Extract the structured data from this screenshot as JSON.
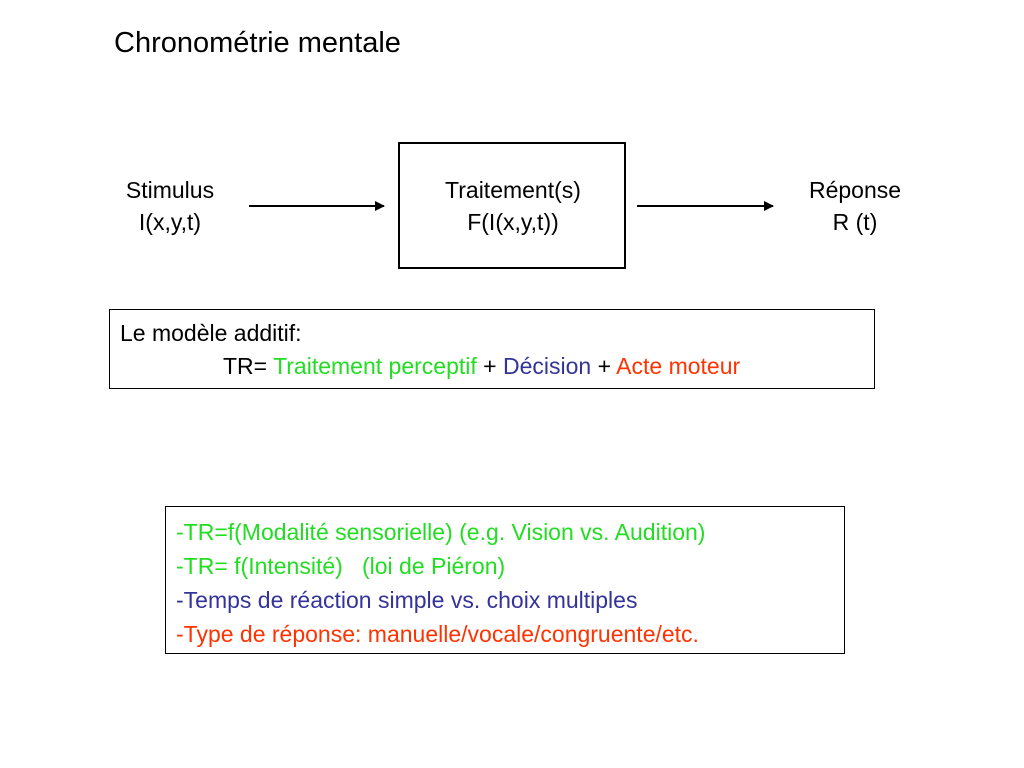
{
  "title": "Chronométrie mentale",
  "diagram": {
    "stimulus": {
      "line1": "Stimulus",
      "line2": "I(x,y,t)"
    },
    "traitement": {
      "line1": "Traitement(s)",
      "line2": "F(I(x,y,t))"
    },
    "reponse": {
      "line1": "Réponse",
      "line2": "R (t)"
    }
  },
  "model": {
    "title": "Le modèle additif:",
    "prefix": "TR= ",
    "term1": "Traitement perceptif",
    "plus1": " + ",
    "term2": "Décision",
    "plus2": " + ",
    "term3": "Acte moteur"
  },
  "factors": [
    {
      "text": "-TR=f(Modalité sensorielle) (e.g. Vision vs. Audition)",
      "color": "#22dd22"
    },
    {
      "text": "-TR= f(Intensité)   (loi de Piéron)",
      "color": "#22dd22"
    },
    {
      "dash": "-",
      "text": "Temps de réaction simple vs. choix multiples",
      "color": "#333399"
    },
    {
      "dash": "-",
      "text": "Type de réponse: manuelle/vocale/congruente/etc.",
      "color": "#ff3300"
    }
  ],
  "colors": {
    "perceptif": "#22dd22",
    "decision": "#333399",
    "moteur": "#ff3300"
  }
}
